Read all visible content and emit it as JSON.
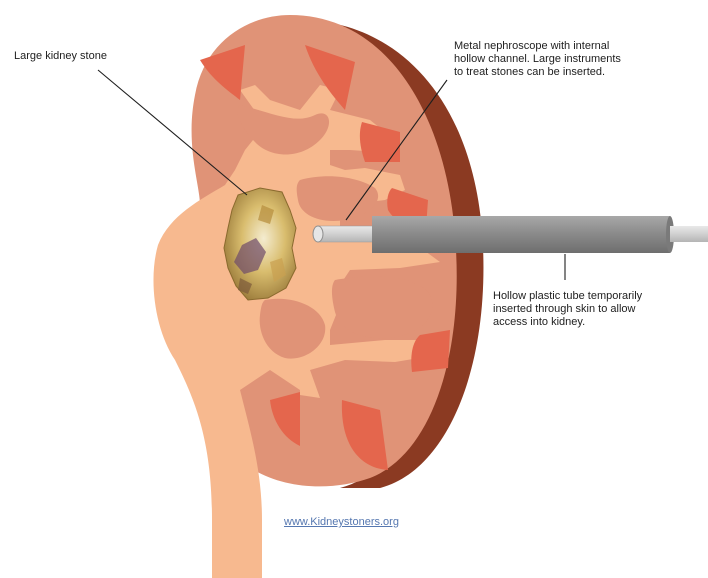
{
  "labels": {
    "stone": [
      "Large kidney stone"
    ],
    "nephroscope": [
      "Metal nephroscope with internal",
      "hollow channel. Large instruments",
      "to treat stones can be inserted."
    ],
    "tube": [
      "Hollow plastic tube temporarily",
      "inserted through skin to allow",
      "access into kidney."
    ]
  },
  "footer": {
    "link_text": "www.Kidneystoners.org"
  },
  "colors": {
    "kidney_tissue": "#e09377",
    "kidney_back": "#8b3a22",
    "pelvis": "#f7b98f",
    "pyramids": "#e4664d",
    "stone": "#d8c07a",
    "tube": "#8c8c8c",
    "scope": "#cfcfcf",
    "link": "#5577b0"
  }
}
